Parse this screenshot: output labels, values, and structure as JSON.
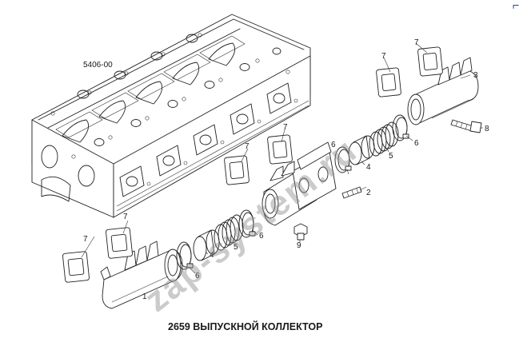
{
  "diagram": {
    "caption": "2659 ВЫПУСКНОЙ КОЛЛЕКТОР",
    "head_ref": "5406-00",
    "corner_mark": "┏━",
    "watermark": "zap-system.ru",
    "labels": {
      "l1": "1",
      "l2": "2",
      "l3": "3",
      "l4a": "4",
      "l4b": "4",
      "l5a": "5",
      "l5b": "5",
      "l6a": "6",
      "l6b": "6",
      "l6c": "6",
      "l6d": "6",
      "l7a": "7",
      "l7b": "7",
      "l7c": "7",
      "l7d": "7",
      "l7e": "7",
      "l7f": "7",
      "l8": "8",
      "l9": "9"
    }
  }
}
